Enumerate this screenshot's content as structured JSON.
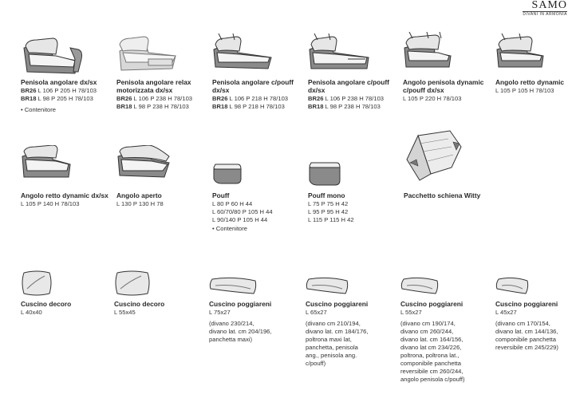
{
  "brand": {
    "logo_text": "SAMO",
    "logo_sub": "DIVANI IN ARMONIA"
  },
  "items": [
    {
      "name": "Penisola angolare dx/sx",
      "dims": [
        {
          "code": "BR26",
          "text": "L 106 P 205 H 78/103"
        },
        {
          "code": "BR18",
          "text": "L 98 P 205 H 78/103"
        }
      ],
      "note": "• Contenitore"
    },
    {
      "name": "Penisola angolare relax motorizzata dx/sx",
      "dims": [
        {
          "code": "BR26",
          "text": "L 106 P 238 H 78/103"
        },
        {
          "code": "BR18",
          "text": "L 98 P 238 H 78/103"
        }
      ]
    },
    {
      "name": "Penisola angolare c/pouff dx/sx",
      "dims": [
        {
          "code": "BR26",
          "text": "L 106 P 218 H 78/103"
        },
        {
          "code": "BR18",
          "text": "L 98 P 218 H 78/103"
        }
      ]
    },
    {
      "name": "Penisola angolare c/pouff dx/sx",
      "dims": [
        {
          "code": "BR26",
          "text": "L 106 P 238 H 78/103"
        },
        {
          "code": "BR18",
          "text": "L 98 P 238 H 78/103"
        }
      ]
    },
    {
      "name": "Angolo penisola dynamic c/pouff dx/sx",
      "dims": [
        {
          "code": "",
          "text": "L 105 P 220 H 78/103"
        }
      ]
    },
    {
      "name": "Angolo retto dynamic",
      "dims": [
        {
          "code": "",
          "text": "L 105 P 105 H 78/103"
        }
      ]
    },
    {
      "name": "Angolo retto dynamic dx/sx",
      "dims": [
        {
          "code": "",
          "text": "L 105 P 140 H 78/103"
        }
      ]
    },
    {
      "name": "Angolo aperto",
      "dims": [
        {
          "code": "",
          "text": "L 130 P 130 H 78"
        }
      ]
    },
    {
      "name": "Pouff",
      "dims": [
        {
          "code": "",
          "text": "L 80 P 60 H 44"
        },
        {
          "code": "",
          "text": "L 60/70/80 P 105 H 44"
        },
        {
          "code": "",
          "text": "L 90/140 P 105 H 44"
        }
      ],
      "note": "• Contenitore"
    },
    {
      "name": "Pouff mono",
      "dims": [
        {
          "code": "",
          "text": "L 75 P 75 H 42"
        },
        {
          "code": "",
          "text": "L 95 P 95 H 42"
        },
        {
          "code": "",
          "text": "L 115 P 115 H 42"
        }
      ]
    },
    {
      "name": "Pacchetto schiena Witty",
      "dims": []
    },
    {
      "name": "Cuscino decoro",
      "dims": [
        {
          "code": "",
          "text": "L 40x40"
        }
      ]
    },
    {
      "name": "Cuscino decoro",
      "dims": [
        {
          "code": "",
          "text": "L 55x45"
        }
      ]
    },
    {
      "name": "Cuscino poggiareni",
      "dims": [
        {
          "code": "",
          "text": "L 75x27"
        }
      ],
      "desc": [
        "(divano 230/214,",
        "divano lat. cm 204/196,",
        "panchetta maxi)"
      ]
    },
    {
      "name": "Cuscino poggiareni",
      "dims": [
        {
          "code": "",
          "text": "L 65x27"
        }
      ],
      "desc": [
        "(divano cm 210/194,",
        "divano lat. cm 184/176,",
        "poltrona maxi lat,",
        "panchetta, penisola",
        "ang., penisola ang.",
        "c/pouff)"
      ]
    },
    {
      "name": "Cuscino poggiareni",
      "dims": [
        {
          "code": "",
          "text": "L 55x27"
        }
      ],
      "desc": [
        "(divano cm 190/174,",
        "divano cm 260/244,",
        "divano lat. cm 164/156,",
        "divano lat cm 234/226,",
        "poltrona, poltrona lat.,",
        "componibile panchetta",
        "reversibile cm 260/244,",
        "angolo penisola c/pouff)"
      ]
    },
    {
      "name": "Cuscino poggiareni",
      "dims": [
        {
          "code": "",
          "text": "L 45x27"
        }
      ],
      "desc": [
        "(divano cm 170/154,",
        "divano lat. cm 144/136,",
        "componibile panchetta",
        "reversibile cm 245/229)"
      ]
    }
  ]
}
